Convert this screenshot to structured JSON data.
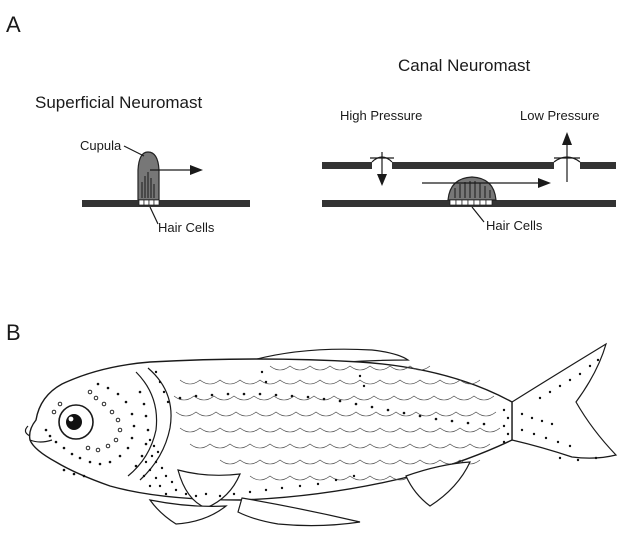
{
  "panel_a": {
    "letter": "A",
    "superficial": {
      "title": "Superficial Neuromast",
      "cupula_label": "Cupula",
      "hair_cells_label": "Hair Cells"
    },
    "canal": {
      "title": "Canal Neuromast",
      "high_pressure_label": "High Pressure",
      "low_pressure_label": "Low Pressure",
      "hair_cells_label": "Hair Cells"
    }
  },
  "panel_b": {
    "letter": "B"
  }
}
